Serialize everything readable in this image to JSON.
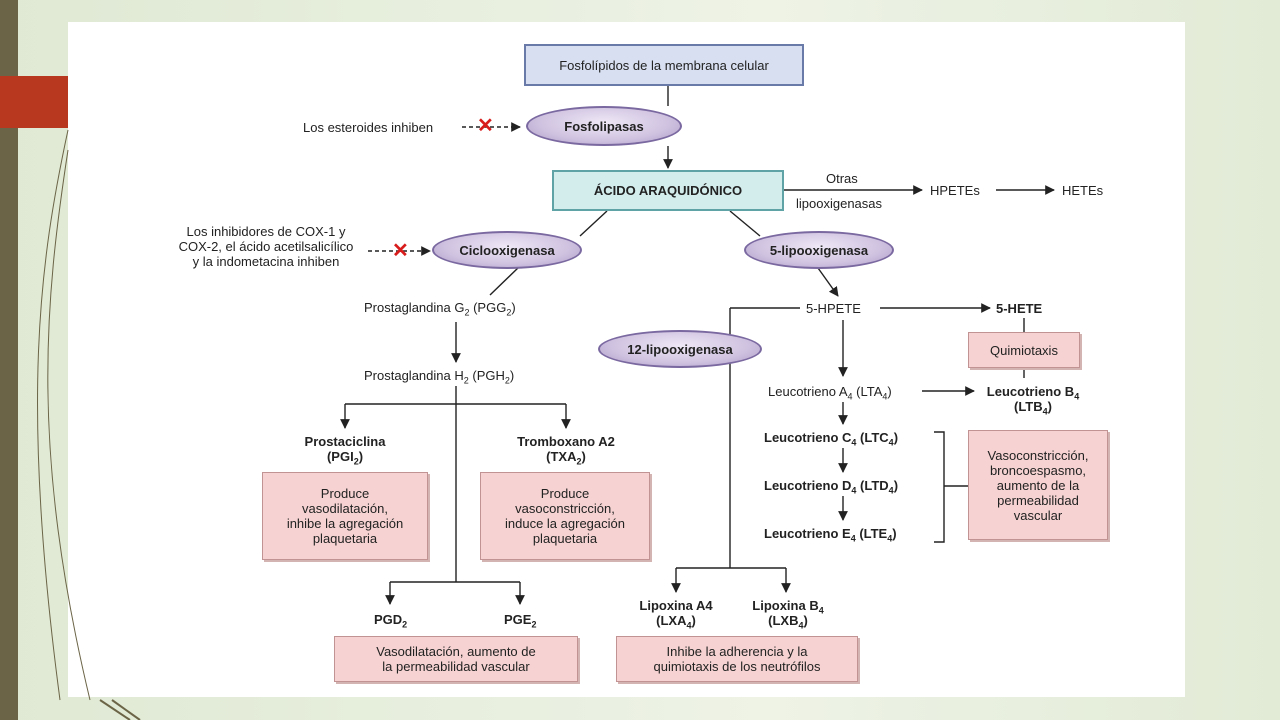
{
  "nodes": {
    "membrane": "Fosfolípidos de la membrana celular",
    "fosfolipasas": "Fosfolipasas",
    "acido": "ÁCIDO ARAQUIDÓNICO",
    "otras": "Otras",
    "lipooxigenasas": "lipooxigenasas",
    "hpetes": "HPETEs",
    "hetes": "HETEs",
    "ciclooxigenasa": "Ciclooxigenasa",
    "lipo5": "5-lipooxigenasa",
    "lipo12": "12-lipooxigenasa",
    "hpete5": "5-HPETE",
    "hete5": "5-HETE",
    "quimiotaxis": "Quimiotaxis",
    "pgg2": {
      "pre": "Prostaglandina G",
      "s1": "2",
      "mid": " (PGG",
      "s2": "2",
      "post": ")"
    },
    "pgh2": {
      "pre": "Prostaglandina H",
      "s1": "2",
      "mid": " (PGH",
      "s2": "2",
      "post": ")"
    },
    "lta4": {
      "pre": "Leucotrieno A",
      "s1": "4",
      "mid": " (LTA",
      "s2": "4",
      "post": ")"
    },
    "ltb4": {
      "pre": "Leucotrieno B",
      "s1": "4",
      "l2pre": "(LTB",
      "s2": "4",
      "post": ")"
    },
    "ltc4": {
      "pre": "Leucotrieno C",
      "s1": "4",
      "mid": " (LTC",
      "s2": "4",
      "post": ")"
    },
    "ltd4": {
      "pre": "Leucotrieno D",
      "s1": "4",
      "mid": " (LTD",
      "s2": "4",
      "post": ")"
    },
    "lte4": {
      "pre": "Leucotrieno E",
      "s1": "4",
      "mid": " (LTE",
      "s2": "4",
      "post": ")"
    },
    "prostaciclina": {
      "l1": "Prostaciclina",
      "l2pre": "(PGI",
      "s": "2",
      "post": ")"
    },
    "tromboxano": {
      "l1": "Tromboxano A2",
      "l2pre": "(TXA",
      "s": "2",
      "post": ")"
    },
    "pgd2": {
      "pre": "PGD",
      "s": "2"
    },
    "pge2": {
      "pre": "PGE",
      "s": "2"
    },
    "lxa4": {
      "l1": "Lipoxina  A4",
      "l2pre": "(LXA",
      "s": "4",
      "post": ")"
    },
    "lxb4": {
      "l1pre": "Lipoxina B",
      "s1": "4",
      "l2pre": "(LXB",
      "s2": "4",
      "post": ")"
    }
  },
  "inhibitors": {
    "steroids": "Los esteroides inhiben",
    "cox": [
      "Los inhibidores de COX-1 y",
      "COX-2, el ácido acetilsalicílico",
      "y la indometacina inhiben"
    ],
    "x_symbol": "✕"
  },
  "effects": {
    "prostaciclina": [
      "Produce",
      "vasodilatación,",
      "inhibe la agregación",
      "plaquetaria"
    ],
    "tromboxano": [
      "Produce",
      "vasoconstricción,",
      "induce la agregación",
      "plaquetaria"
    ],
    "pgd_pge": [
      "Vasodilatación, aumento de",
      "la permeabilidad vascular"
    ],
    "lipoxinas": [
      "Inhibe la adherencia y la",
      "quimiotaxis de los neutrófilos"
    ],
    "leucotrienos": [
      "Vasoconstricción,",
      "broncoespasmo,",
      "aumento de la",
      "permeabilidad",
      "vascular"
    ]
  },
  "colors": {
    "accent": "#b8371f",
    "left_bar": "#6b6447",
    "inhibit_x": "#d81c1c",
    "effect_box": "#f6d3d2",
    "enzyme_pill": "#cfc2e0",
    "acid_box": "#d3ecec",
    "membrane_box": "#d7dff0"
  }
}
